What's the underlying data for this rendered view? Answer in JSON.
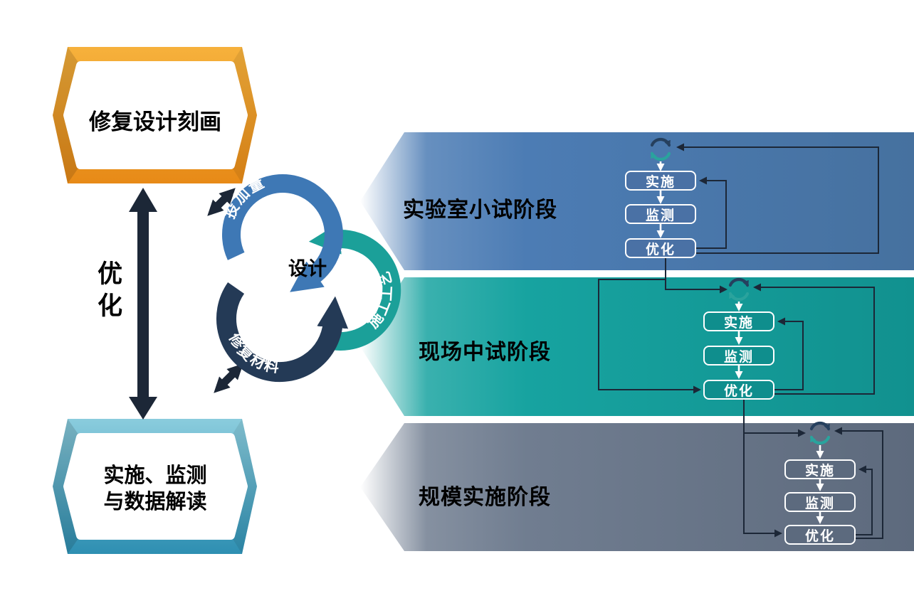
{
  "left_column": {
    "top_box": {
      "label": "修复设计刻画"
    },
    "optimize_arrow": {
      "label": "优化"
    },
    "bottom_box": {
      "line1": "实施、监测",
      "line2": "与数据解读"
    }
  },
  "cycle_diagram": {
    "center_label": "设计",
    "arrows": [
      {
        "label": "投加量",
        "color": "#3e78b5"
      },
      {
        "label": "施工工艺",
        "color": "#1ba099"
      },
      {
        "label": "修复材料",
        "color": "#243a56"
      }
    ]
  },
  "stages": [
    {
      "label": "实验室小试阶段",
      "band_color": "#4c7cb4",
      "box_color": "#4a71a5",
      "steps": [
        "实施",
        "监测",
        "优化"
      ]
    },
    {
      "label": "现场中试阶段",
      "band_color": "#17a3a0",
      "box_color": "#0f8e8d",
      "steps": [
        "实施",
        "监测",
        "优化"
      ]
    },
    {
      "label": "规模实施阶段",
      "band_color": "#707d90",
      "box_color": "#5c6a7e",
      "steps": [
        "实施",
        "监测",
        "优化"
      ]
    }
  ],
  "icons": {
    "cycle_icon": "cycle-sync-icon",
    "double_arrow": "double-headed-arrow-icon"
  },
  "colors": {
    "top_hexagon": "#ef9a1f",
    "bottom_hexagon": "#3391b4",
    "connector_dark": "#1c2737",
    "connector_white": "#ffffff"
  }
}
